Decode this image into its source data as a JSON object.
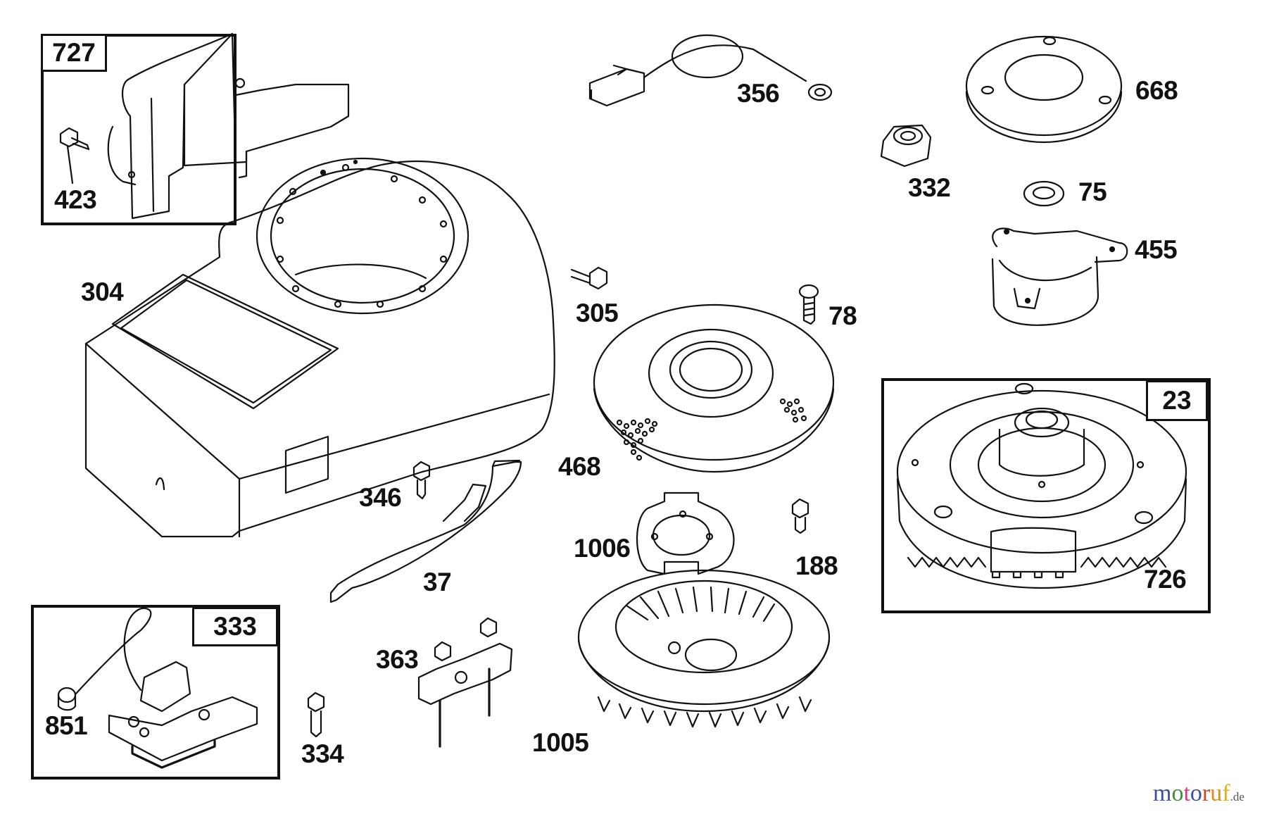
{
  "diagram": {
    "type": "exploded parts diagram",
    "parts": [
      {
        "id": "p727",
        "number": "727",
        "description": "shroud bracket (boxed kit)"
      },
      {
        "id": "p423",
        "number": "423",
        "description": "screw"
      },
      {
        "id": "p304",
        "number": "304",
        "description": "blower housing"
      },
      {
        "id": "p356",
        "number": "356",
        "description": "ground wire"
      },
      {
        "id": "p305",
        "number": "305",
        "description": "screw"
      },
      {
        "id": "p78",
        "number": "78",
        "description": "screw"
      },
      {
        "id": "p668",
        "number": "668",
        "description": "clutch housing"
      },
      {
        "id": "p332",
        "number": "332",
        "description": "nut"
      },
      {
        "id": "p75",
        "number": "75",
        "description": "washer"
      },
      {
        "id": "p455",
        "number": "455",
        "description": "rotating screen retainer cup"
      },
      {
        "id": "p468",
        "number": "468",
        "description": "rotating screen"
      },
      {
        "id": "p346",
        "number": "346",
        "description": "screw"
      },
      {
        "id": "p37",
        "number": "37",
        "description": "air guide"
      },
      {
        "id": "p1006",
        "number": "1006",
        "description": "fan retainer"
      },
      {
        "id": "p188",
        "number": "188",
        "description": "screw"
      },
      {
        "id": "p23",
        "number": "23",
        "description": "flywheel (boxed kit)"
      },
      {
        "id": "p726",
        "number": "726",
        "description": "flywheel ring gear"
      },
      {
        "id": "p333",
        "number": "333",
        "description": "armature-magneto (boxed kit)"
      },
      {
        "id": "p851",
        "number": "851",
        "description": "spark plug terminal"
      },
      {
        "id": "p334",
        "number": "334",
        "description": "screw"
      },
      {
        "id": "p363",
        "number": "363",
        "description": "armature bracket"
      },
      {
        "id": "p1005",
        "number": "1005",
        "description": "flywheel fan"
      }
    ]
  },
  "labels": {
    "l727": "727",
    "l423": "423",
    "l304": "304",
    "l356": "356",
    "l305": "305",
    "l78": "78",
    "l668": "668",
    "l332": "332",
    "l75": "75",
    "l455": "455",
    "l468": "468",
    "l346": "346",
    "l37": "37",
    "l1006": "1006",
    "l188": "188",
    "l23": "23",
    "l726": "726",
    "l333": "333",
    "l851": "851",
    "l334": "334",
    "l363": "363",
    "l1005": "1005"
  },
  "watermark": {
    "letters": [
      "m",
      "o",
      "t",
      "o",
      "r",
      "u",
      "f"
    ],
    "colors": [
      "#3b4fa0",
      "#3f8f3a",
      "#d23a7a",
      "#3b4fa0",
      "#d4451f",
      "#e28a1b",
      "#e0b21b"
    ],
    "tld": ".de"
  }
}
